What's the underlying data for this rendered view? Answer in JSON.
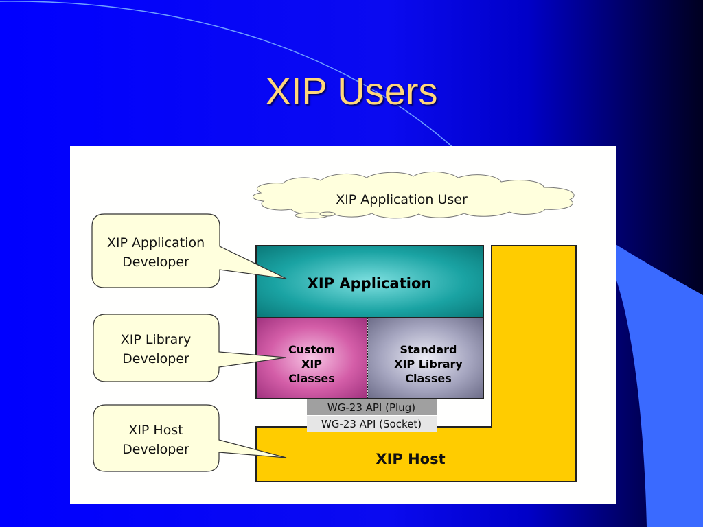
{
  "slide": {
    "title": "XIP Users"
  },
  "diagram": {
    "cloud_label": "XIP Application User",
    "callouts": [
      {
        "line1": "XIP Application",
        "line2": "Developer"
      },
      {
        "line1": "XIP Library",
        "line2": "Developer"
      },
      {
        "line1": "XIP Host",
        "line2": "Developer"
      }
    ],
    "app_box": "XIP Application",
    "custom_classes": [
      "Custom",
      "XIP",
      "Classes"
    ],
    "standard_classes": [
      "Standard",
      "XIP Library",
      "Classes"
    ],
    "plug_api": "WG-23 API (Plug)",
    "socket_api": "WG-23 API (Socket)",
    "host_box": "XIP Host"
  },
  "colors": {
    "title": "#ffd77a",
    "app_teal": "#0e9a9a",
    "custom_magenta": "#c0489a",
    "standard_slate": "#8a8aa8",
    "host_gold": "#ffcc00",
    "callout_fill": "#ffffdd",
    "accent_blue": "#3a6aff"
  }
}
